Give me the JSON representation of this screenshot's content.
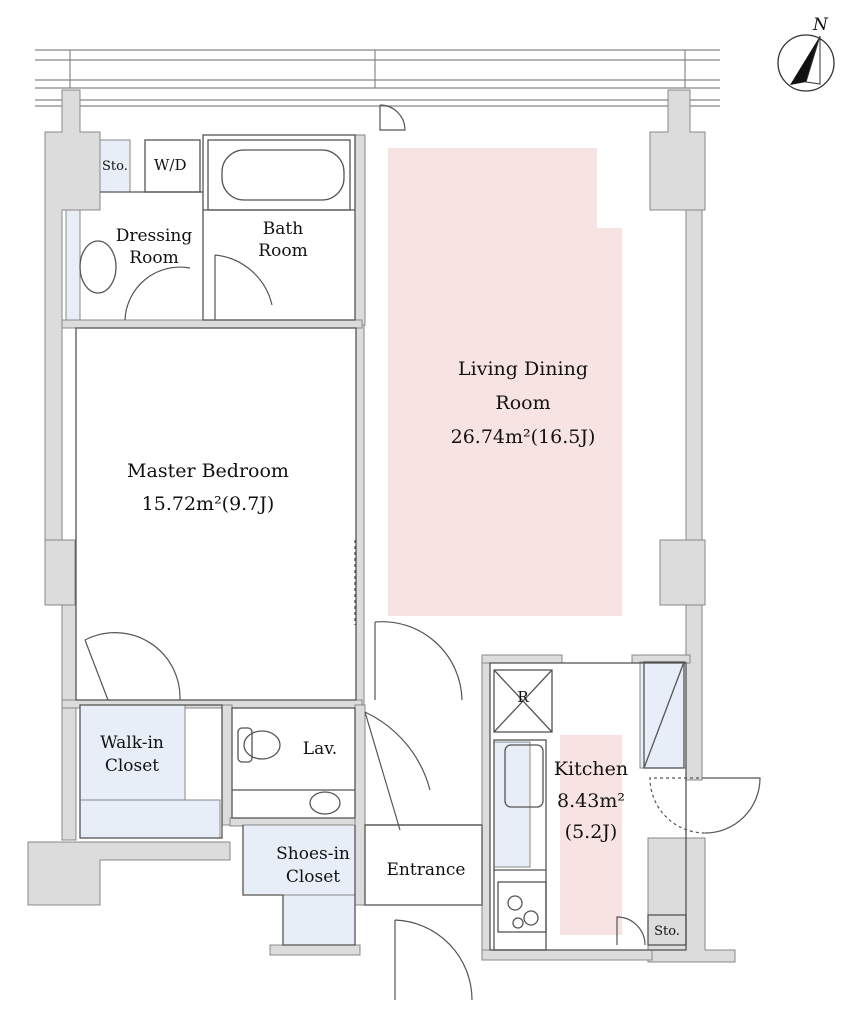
{
  "compass": {
    "north_label": "N"
  },
  "colors": {
    "wall": "#dcdcdc",
    "wall_stroke": "#888888",
    "line": "#555555",
    "living_highlight": "#f8e3e3",
    "closet_fill": "#e8eef7",
    "background": "#ffffff"
  },
  "rooms": {
    "storage_top": "Sto.",
    "washer_dryer": "W/D",
    "dressing_room": [
      "Dressing",
      "Room"
    ],
    "bath_room": [
      "Bath",
      "Room"
    ],
    "living_dining": [
      "Living Dining",
      "Room",
      "26.74m²(16.5J)"
    ],
    "master_bedroom": [
      "Master Bedroom",
      "15.72m²(9.7J)"
    ],
    "refrigerator": "R",
    "kitchen": [
      "Kitchen",
      "8.43m²",
      "(5.2J)"
    ],
    "walk_in_closet": [
      "Walk-in",
      "Closet"
    ],
    "lavatory": "Lav.",
    "shoes_in_closet": [
      "Shoes-in",
      "Closet"
    ],
    "entrance": "Entrance",
    "storage_kitchen": "Sto."
  }
}
